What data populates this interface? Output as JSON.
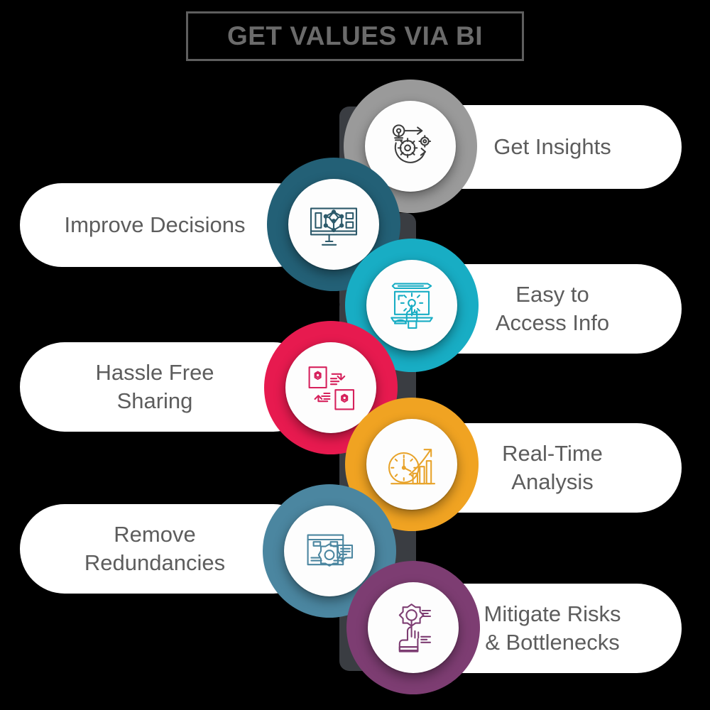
{
  "header": {
    "title": "GET VALUES VIA BI",
    "title_color": "#6b6b6b",
    "border_color": "#5e5e5e"
  },
  "theme": {
    "background": "#000000",
    "pill_background": "#ffffff",
    "label_color": "#5d5d5d",
    "spine_color": "#3a3d42"
  },
  "items": [
    {
      "label": "Get Insights",
      "side": "right",
      "color": "#9a9a9a",
      "icon": "insight-gear-arrow-icon",
      "icon_color": "#3c3c3c"
    },
    {
      "label": "Improve Decisions",
      "side": "left",
      "color": "#236076",
      "icon": "monitor-network-icon",
      "icon_color": "#2d5a6b"
    },
    {
      "label": "Easy to\nAccess Info",
      "side": "right",
      "color": "#18adc4",
      "icon": "touchscreen-hand-icon",
      "icon_color": "#18adc4"
    },
    {
      "label": "Hassle Free\nSharing",
      "side": "left",
      "color": "#e71a4f",
      "icon": "document-exchange-icon",
      "icon_color": "#d6215c"
    },
    {
      "label": "Real-Time\nAnalysis",
      "side": "right",
      "color": "#f0a322",
      "icon": "clock-barchart-icon",
      "icon_color": "#e8a32a"
    },
    {
      "label": "Remove\nRedundancies",
      "side": "left",
      "color": "#4b86a0",
      "icon": "document-gear-chat-icon",
      "icon_color": "#4b86a0"
    },
    {
      "label": "Mitigate Risks\n& Bottlenecks",
      "side": "right",
      "color": "#7d3d72",
      "icon": "hand-bulb-badge-icon",
      "icon_color": "#7d3d72"
    }
  ]
}
